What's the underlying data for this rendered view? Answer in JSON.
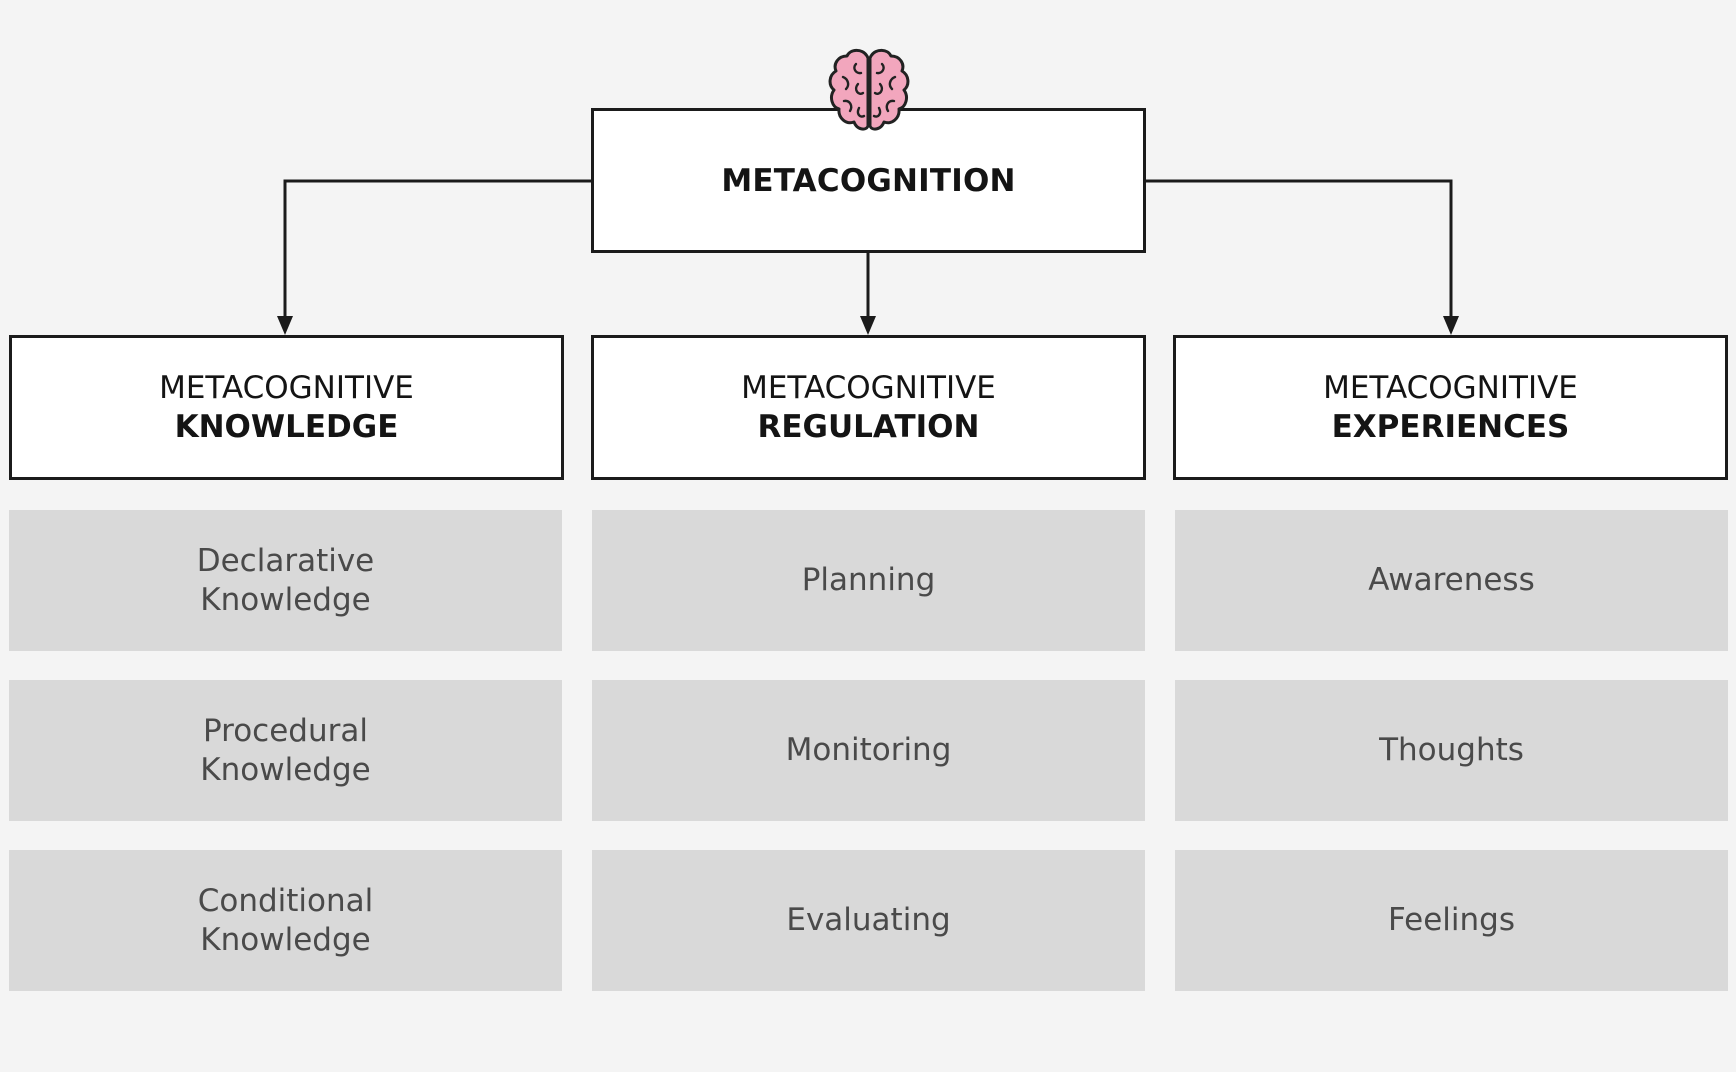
{
  "diagram": {
    "root": {
      "label": "METACOGNITION"
    },
    "categories": [
      {
        "line1": "METACOGNITIVE",
        "line2": "KNOWLEDGE",
        "items": [
          {
            "line1": "Declarative",
            "line2": "Knowledge"
          },
          {
            "line1": "Procedural",
            "line2": "Knowledge"
          },
          {
            "line1": "Conditional",
            "line2": "Knowledge"
          }
        ]
      },
      {
        "line1": "METACOGNITIVE",
        "line2": "REGULATION",
        "items": [
          {
            "line1": "Planning",
            "line2": ""
          },
          {
            "line1": "Monitoring",
            "line2": ""
          },
          {
            "line1": "Evaluating",
            "line2": ""
          }
        ]
      },
      {
        "line1": "METACOGNITIVE",
        "line2": "EXPERIENCES",
        "items": [
          {
            "line1": "Awareness",
            "line2": ""
          },
          {
            "line1": "Thoughts",
            "line2": ""
          },
          {
            "line1": "Feelings",
            "line2": ""
          }
        ]
      }
    ],
    "icon": "brain-icon",
    "colors": {
      "background": "#f4f4f4",
      "box_border": "#1b1b1b",
      "item_fill": "#d9d9d9",
      "item_text": "#4a4a4a",
      "brain_fill": "#f2a6bd"
    }
  }
}
